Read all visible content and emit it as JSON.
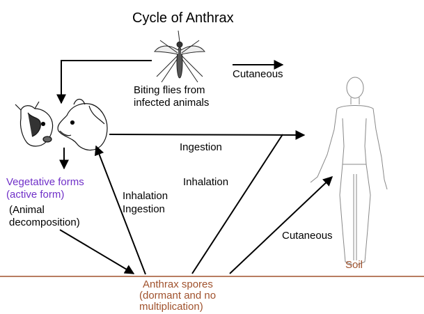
{
  "title": "Cycle of Anthrax",
  "labels": {
    "cutaneous_top": "Cutaneous",
    "biting_flies_line1": "Biting flies from",
    "biting_flies_line2": "infected animals",
    "ingestion": "Ingestion",
    "vegetative_line1": "Vegetative forms",
    "vegetative_line2": "(active form)",
    "animal_decomp_line1": "(Animal",
    "animal_decomp_line2": "decomposition)",
    "inhalation_ingestion_line1": "Inhalation",
    "inhalation_ingestion_line2": "Ingestion",
    "inhalation": "Inhalation",
    "cutaneous_bottom": "Cutaneous",
    "soil": "Soil",
    "spores_line1": "Anthrax spores",
    "spores_line2": "(dormant and no",
    "spores_line3": "multiplication)"
  },
  "icons": {
    "fly": "mosquito-icon",
    "animals": "cow-and-horse-icon",
    "human": "human-figure-icon"
  },
  "colors": {
    "vegetative_text": "#7030c8",
    "soil": "#a0522d",
    "spores_text": "#a0522d"
  }
}
